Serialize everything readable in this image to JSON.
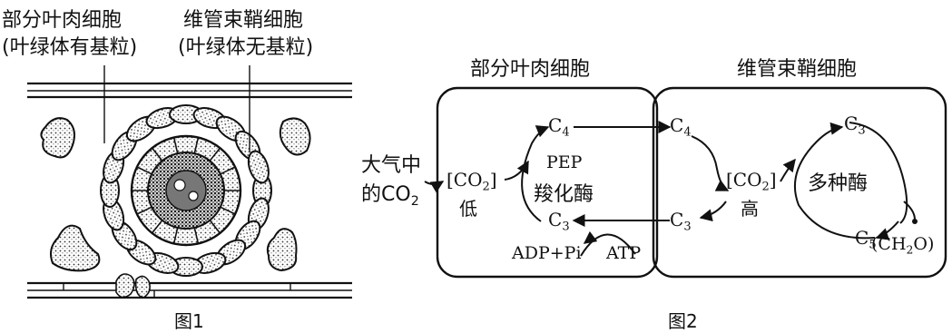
{
  "figure1": {
    "label_mesophyll": "部分叶肉细胞",
    "label_mesophyll_note": "(叶绿体有基粒)",
    "label_bundle_sheath": "维管束鞘细胞",
    "label_bundle_sheath_note": "(叶绿体无基粒)",
    "caption": "图1"
  },
  "figure2": {
    "mesophyll_title": "部分叶肉细胞",
    "bundle_title": "维管束鞘细胞",
    "atmosphere_line1": "大气中",
    "atmosphere_line2_prefix": "的CO",
    "atmosphere_line2_sub": "2",
    "co2_low_prefix": "[CO",
    "co2_low_sub": "2",
    "co2_low_suffix": "]",
    "low": "低",
    "co2_high_prefix": "[CO",
    "co2_high_sub": "2",
    "co2_high_suffix": "]",
    "high": "高",
    "c4_left": "C",
    "c4_left_sub": "4",
    "c3_left": "C",
    "c3_left_sub": "3",
    "enzyme_line1": "PEP",
    "enzyme_line2": "羧化酶",
    "adp": "ADP+Pi",
    "atp": "ATP",
    "c4_right": "C",
    "c4_right_sub": "4",
    "c3_right": "C",
    "c3_right_sub": "3",
    "c3_top": "C",
    "c3_top_sub": "3",
    "c5": "C",
    "c5_sub": "5",
    "enzymes": "多种酶",
    "ch2o": "(CH",
    "ch2o_sub": "2",
    "ch2o_suffix": "O)",
    "caption": "图2"
  }
}
